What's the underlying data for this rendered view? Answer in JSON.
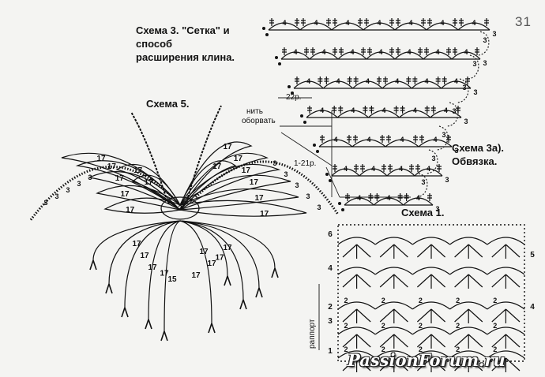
{
  "page_number": "31",
  "scheme3": {
    "title_lines": [
      "Схема 3. \"Сетка\" и",
      "способ",
      "расширения клина."
    ],
    "row_label_22": "22р.",
    "row_label_1_21": "1-21р.",
    "cell_numbers": [
      "4",
      "3"
    ]
  },
  "scheme3a": {
    "title_lines": [
      "Схема 3а).",
      "Обвязка."
    ]
  },
  "scheme5": {
    "title": "Схема 5.",
    "note_lines": [
      "нить",
      "оборвать"
    ],
    "numbers": [
      "17",
      "3",
      "2",
      "15"
    ]
  },
  "scheme1": {
    "title": "Схема 1.",
    "row_numbers": [
      "6",
      "4",
      "2",
      "3",
      "1"
    ],
    "right_numbers": [
      "5",
      "4"
    ],
    "cell_numbers": [
      "2",
      "1"
    ],
    "side_label": "раппорт"
  },
  "watermark": "PassionForum.ru"
}
